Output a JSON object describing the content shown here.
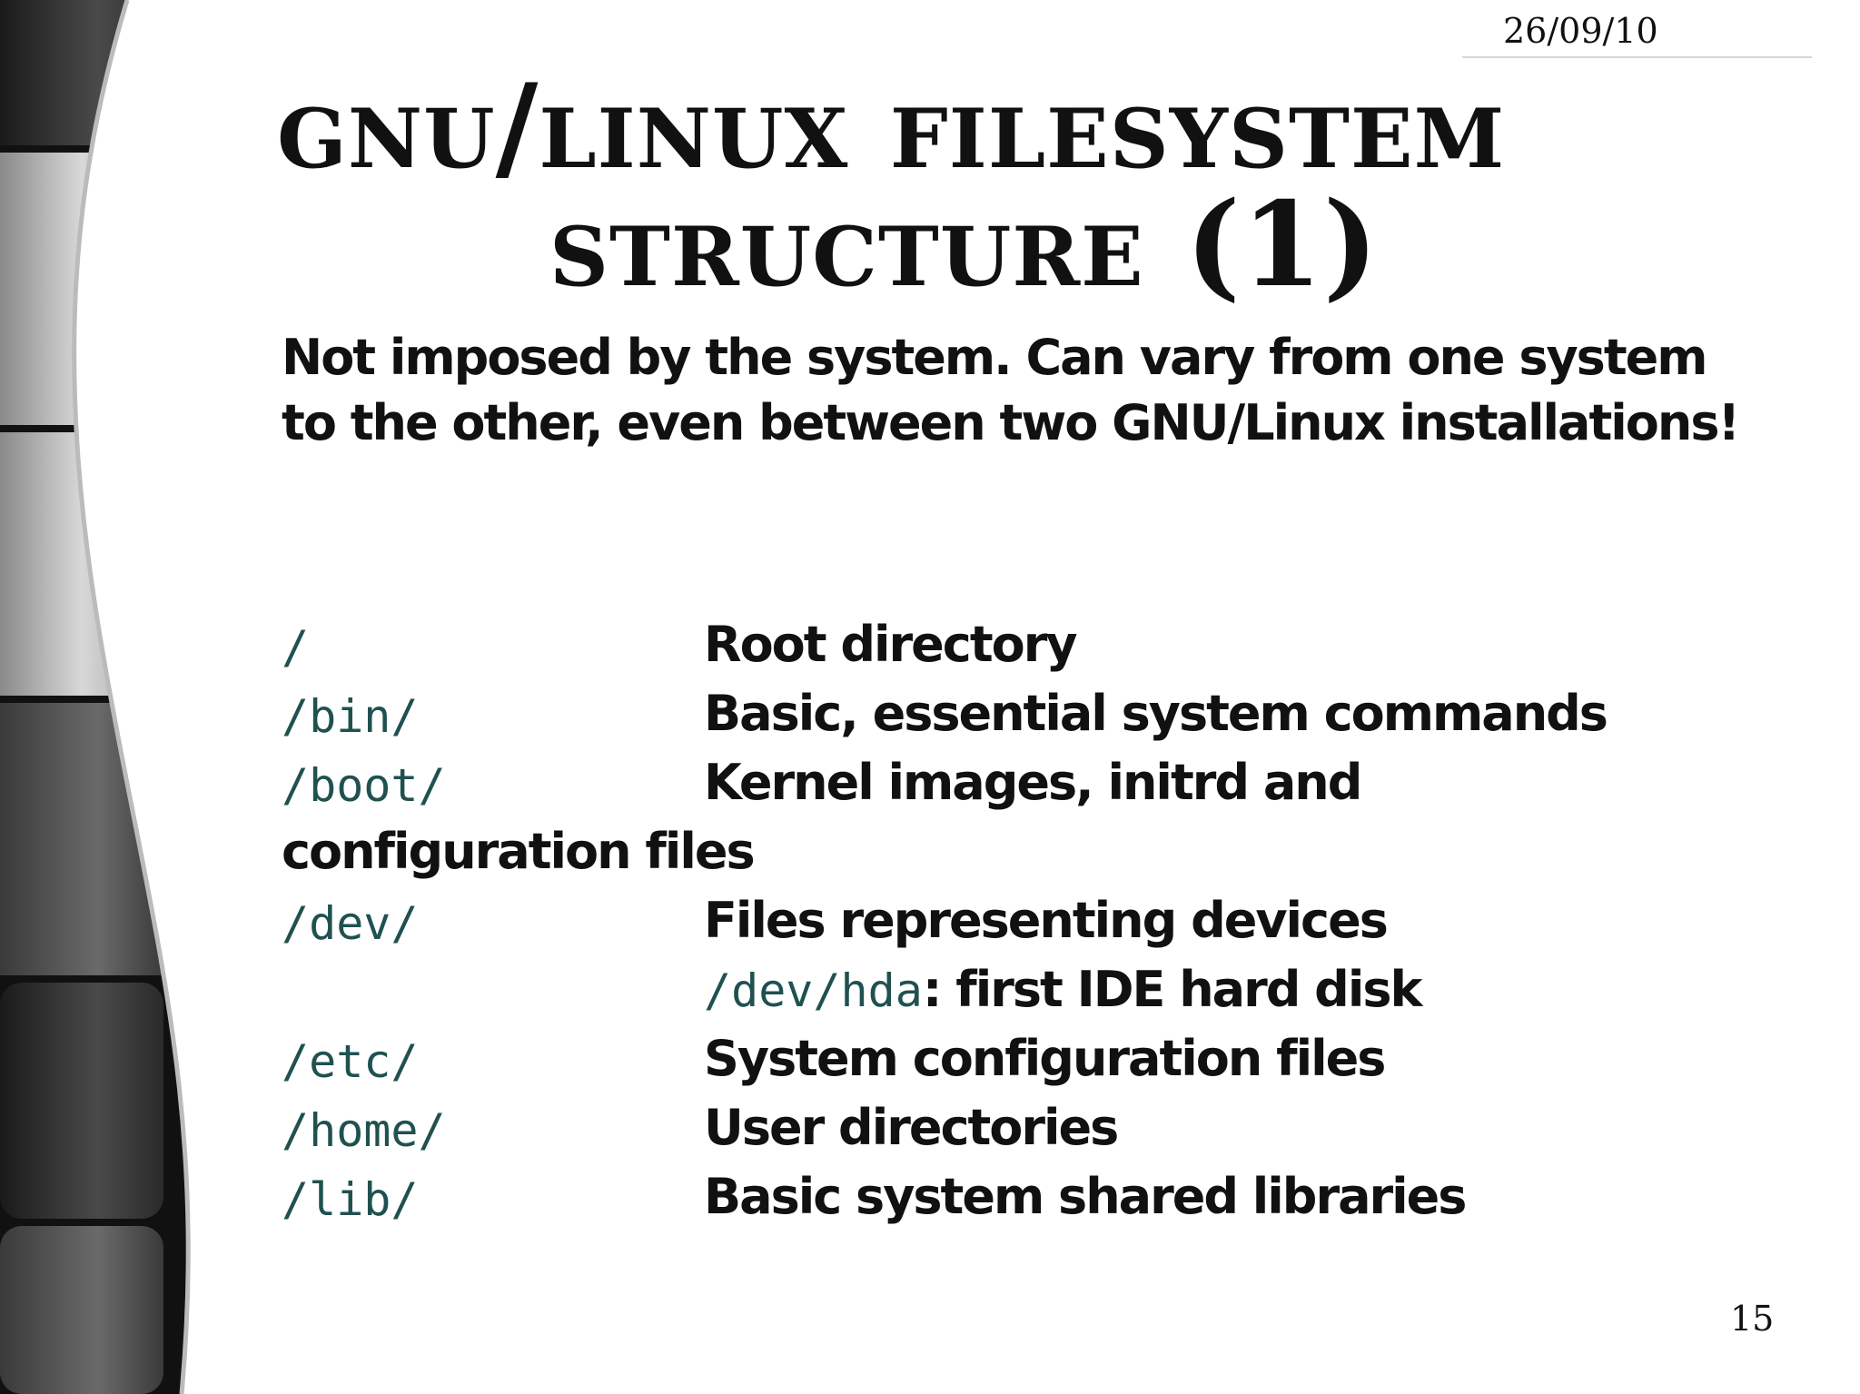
{
  "header": {
    "date": "26/09/10"
  },
  "title": {
    "line1": "GNU/Linux filesystem",
    "line2": "structure (1)"
  },
  "intro": "Not imposed by the system. Can vary from one system to the other, even between two GNU/Linux installations!",
  "entries": [
    {
      "path": "/",
      "desc": "Root directory"
    },
    {
      "path": "/bin/",
      "desc": "Basic, essential system commands"
    },
    {
      "path": "/boot/",
      "desc": "Kernel images, initrd and",
      "desc_cont": "configuration files"
    },
    {
      "path": "/dev/",
      "desc": "Files representing devices",
      "sub_path": "/dev/hda",
      "sub_desc": ": first IDE hard disk"
    },
    {
      "path": "/etc/",
      "desc": "System configuration files"
    },
    {
      "path": "/home/",
      "desc": "User directories"
    },
    {
      "path": "/lib/",
      "desc": "Basic system shared libraries"
    }
  ],
  "footer": {
    "page_number": "15"
  }
}
